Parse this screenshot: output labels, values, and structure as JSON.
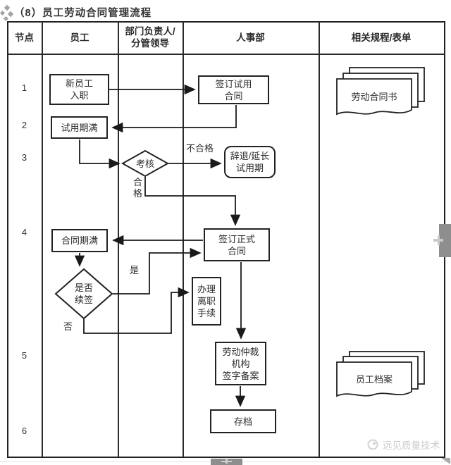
{
  "page": {
    "title": "（8）员工劳动合同管理流程",
    "watermark_text": "远见质量技术"
  },
  "header": {
    "col_node": "节点",
    "col_employee": "员工",
    "col_dept": "部门负责人/\n分管领导",
    "col_hr": "人事部",
    "col_docs": "相关规程/表单"
  },
  "node_numbers": [
    "1",
    "2",
    "3",
    "4",
    "5",
    "6"
  ],
  "flowchart": {
    "nodes": {
      "new_employee": "新员工\n入职",
      "sign_probation": "签订试用\n合同",
      "probation_expiry": "试用期满",
      "assess": "考核",
      "dismiss_extend": "辞退/延长\n试用期",
      "sign_formal": "签订正式\n合同",
      "contract_expiry": "合同期满",
      "renew": "是否\n续签",
      "resign_procedure": "办理\n离职\n手续",
      "arbitration": "劳动仲裁\n机构\n签字备案",
      "archive": "存档"
    },
    "edge_labels": {
      "fail": "不合格",
      "pass": "合\n格",
      "yes": "是",
      "no": "否"
    },
    "documents": {
      "labor_contract": "劳动合同书",
      "employee_file": "员工档案"
    }
  },
  "colors": {
    "line": "#1f1f1f",
    "text": "#2b2b2b",
    "watermark": "#cbcbcb",
    "furniture": "#8e8e8e"
  }
}
